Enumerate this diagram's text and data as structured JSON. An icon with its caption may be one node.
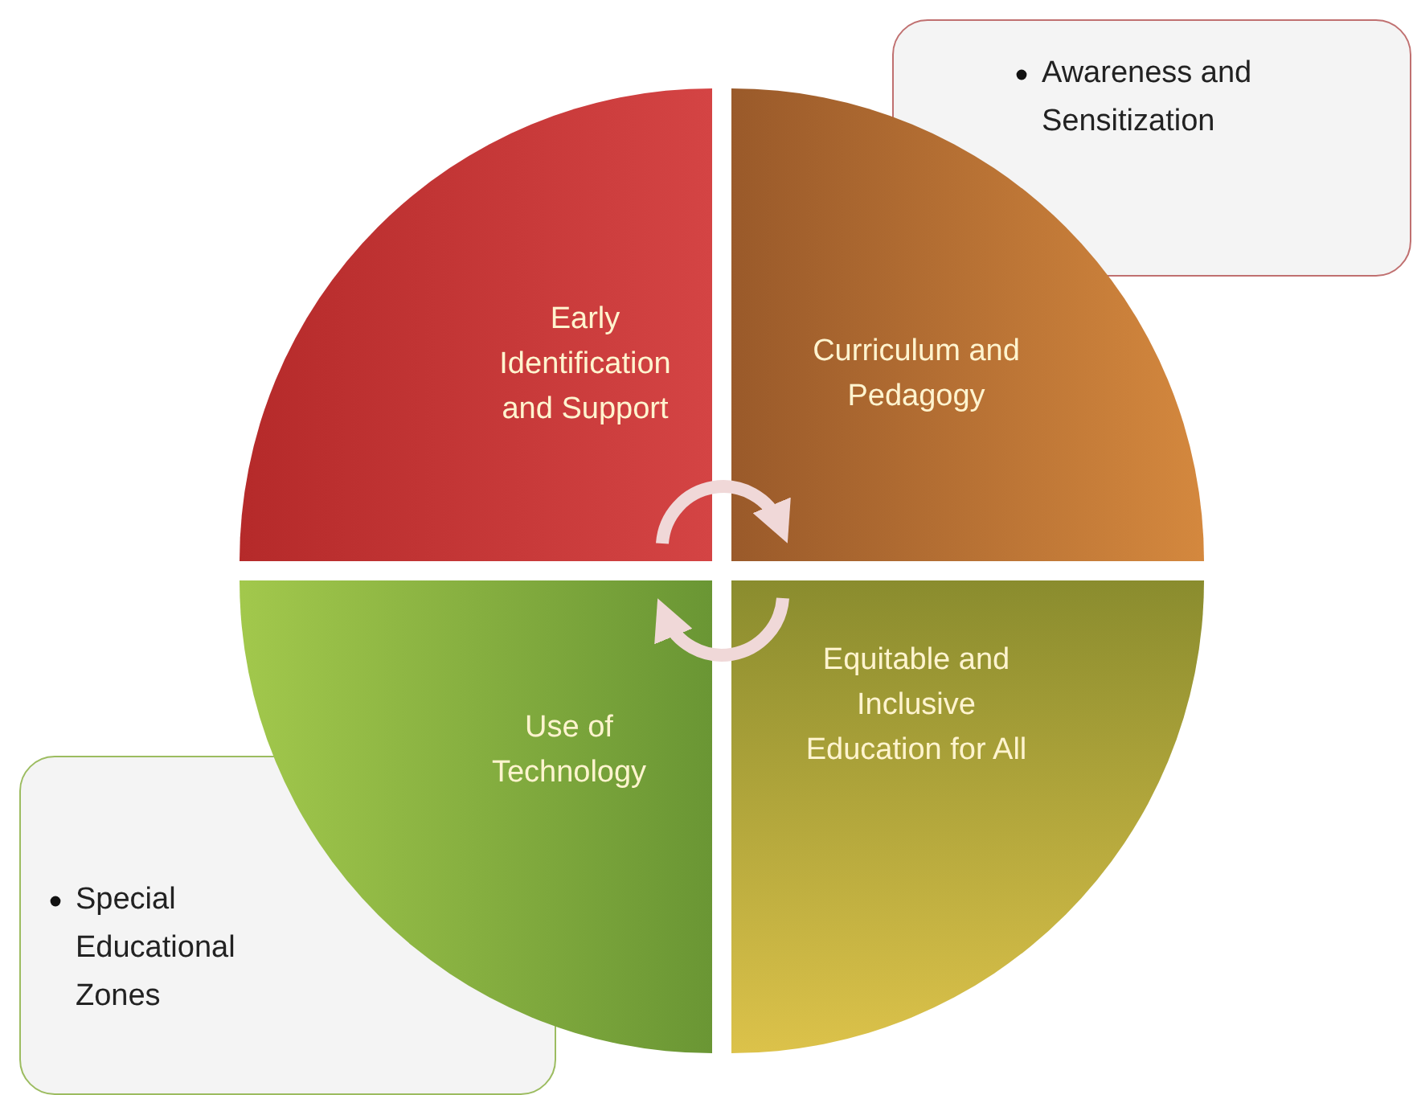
{
  "diagram": {
    "nodes": [
      {
        "text": [
          "Early Identification and Support"
        ]
      },
      {
        "text": [
          "Curriculum and Pedagogy"
        ]
      },
      {
        "text": [
          "Equitable and Inclusive Education for All"
        ]
      },
      {
        "text": [
          "Use of Technology"
        ]
      },
      {
        "text": [
          "Awareness and Sensitization"
        ]
      },
      {
        "text": [
          "Special Educational Zones"
        ]
      }
    ],
    "edges": [
      {
        "from": 0,
        "to": 1,
        "arrow": "to"
      },
      {
        "from": 2,
        "to": 3,
        "arrow": "to"
      }
    ]
  }
}
